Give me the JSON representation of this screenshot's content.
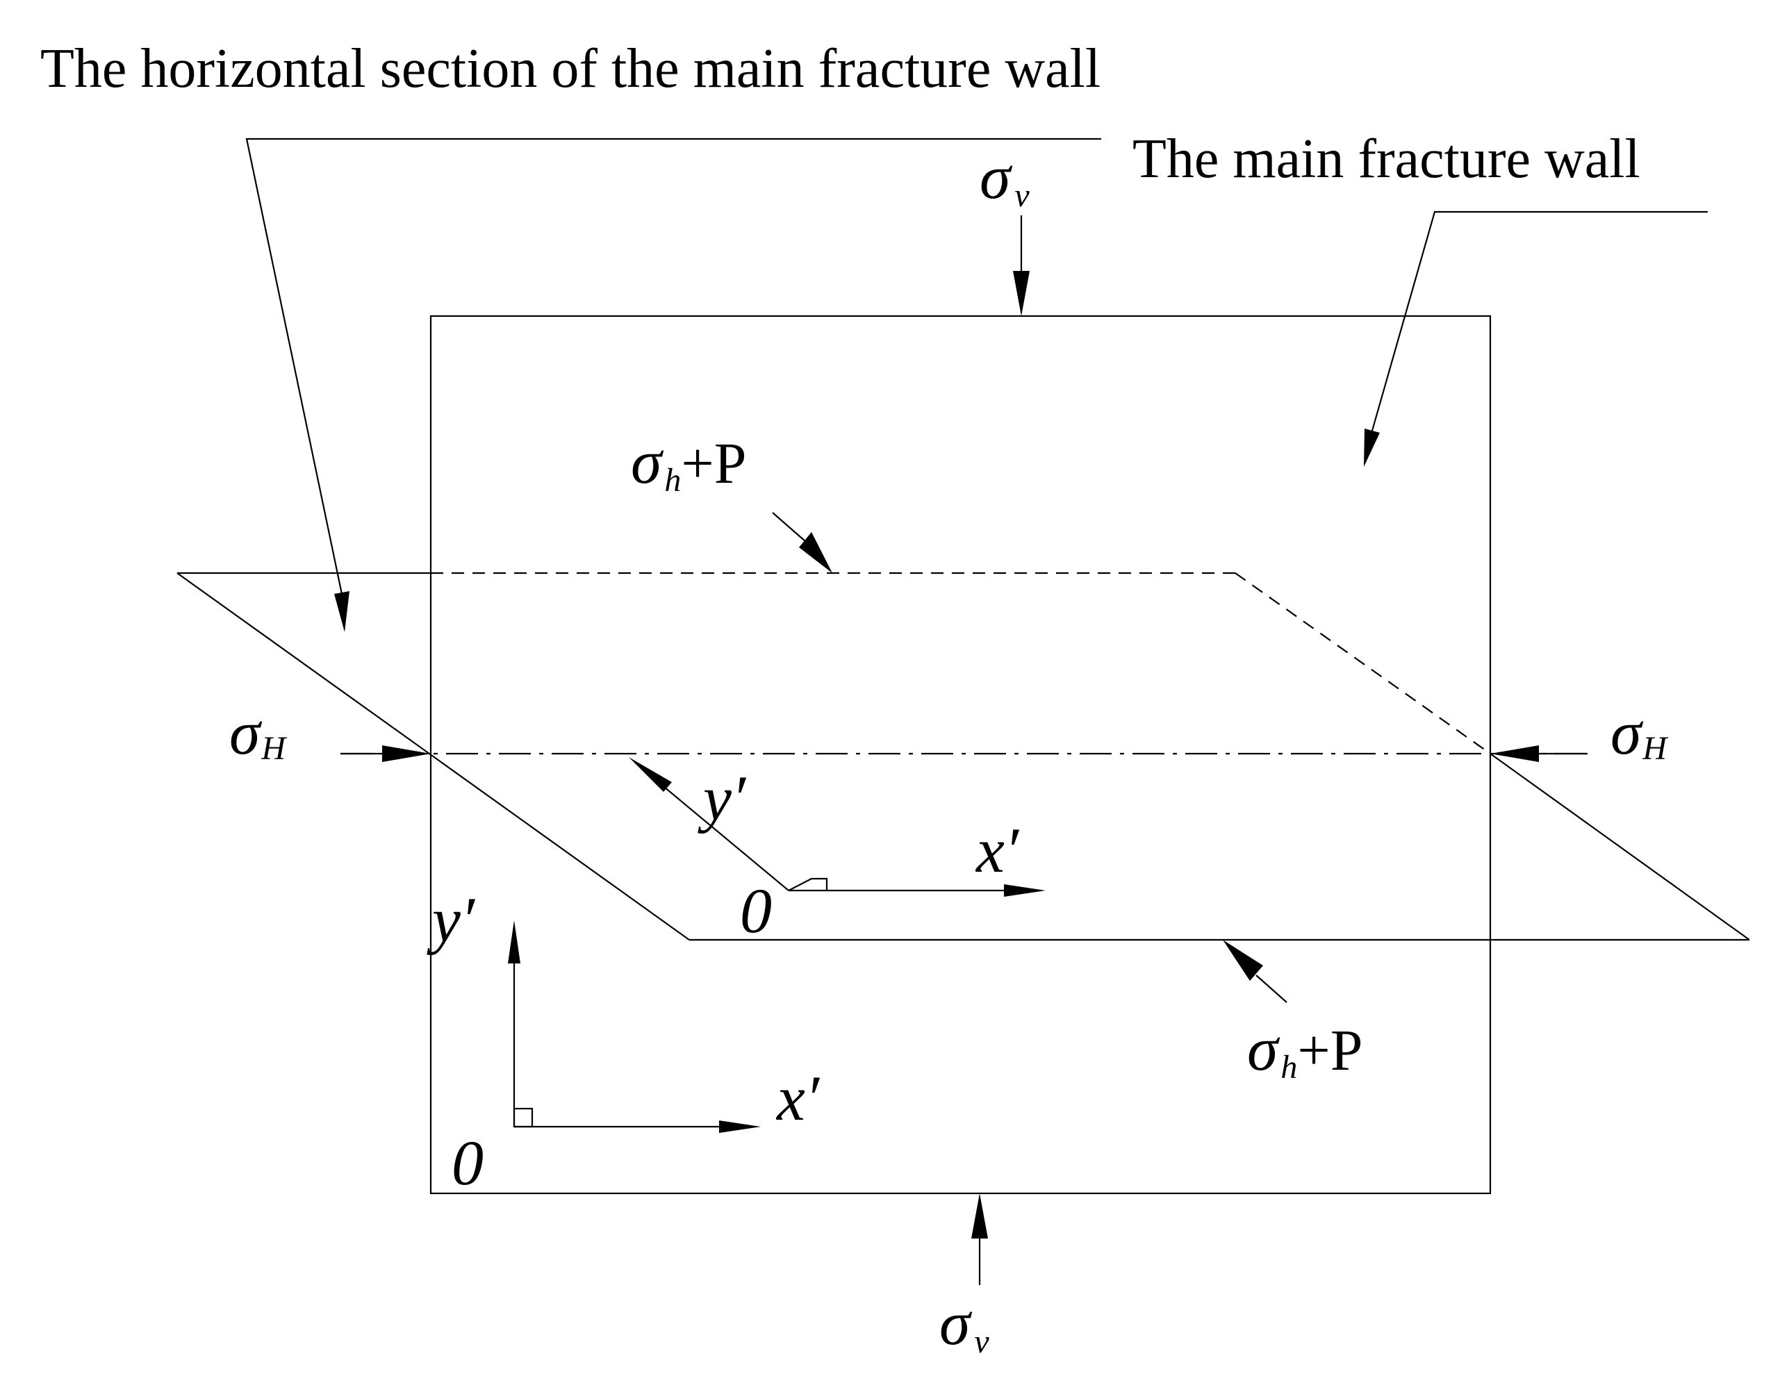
{
  "callouts": {
    "horizontal_section": "The horizontal section  of  the main fracture wall",
    "main_wall": "The main fracture wall"
  },
  "stresses": {
    "sigma": "σ",
    "vertical_sub": "v",
    "max_horizontal_sub": "H",
    "min_horizontal_sub": "h",
    "plus_p": "+P"
  },
  "axes": {
    "x": "x′",
    "y": "y′",
    "origin": "0"
  }
}
